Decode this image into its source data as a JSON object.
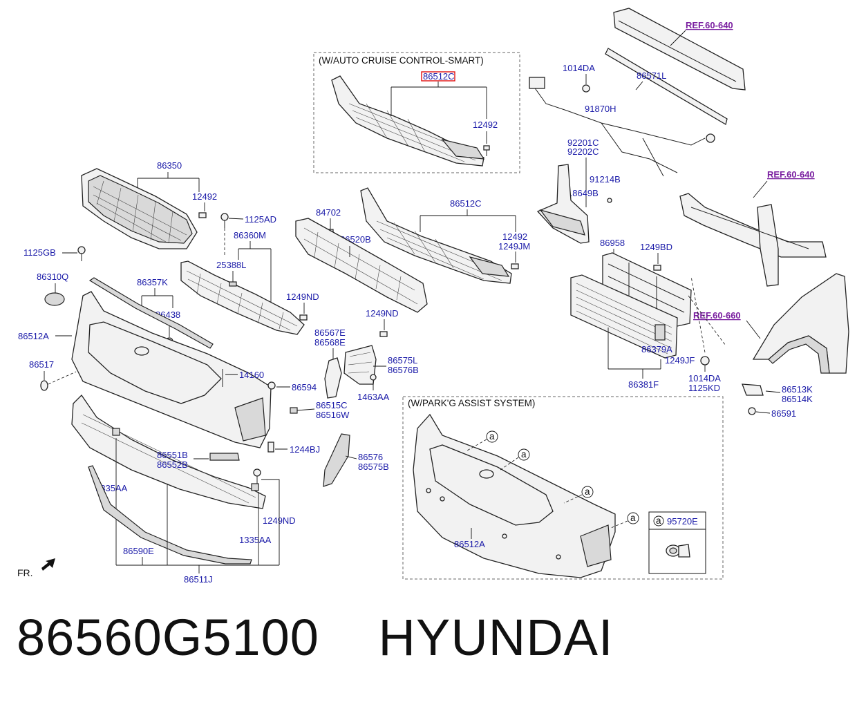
{
  "boxes": {
    "cruise_title": "(W/AUTO CRUISE CONTROL-SMART)",
    "parking_title": "(W/PARK'G ASSIST SYSTEM)"
  },
  "refs": {
    "ref1": "REF.60-640",
    "ref2": "REF.60-640",
    "ref3": "REF.60-660"
  },
  "labels": {
    "p86512C_top": "86512C",
    "p12492_top": "12492",
    "p1014DA_top": "1014DA",
    "p86571L": "86571L",
    "p91870H": "91870H",
    "p92201C": "92201C",
    "p92202C": "92202C",
    "p91214B": "91214B",
    "p18649B": "18649B",
    "p86350": "86350",
    "p12492_grille": "12492",
    "p1125AD": "1125AD",
    "p86360M": "86360M",
    "p84702": "84702",
    "p86520B": "86520B",
    "p86512C_mid": "86512C",
    "p12492_mid": "12492",
    "p1249JM": "1249JM",
    "p1125GB": "1125GB",
    "p86310Q": "86310Q",
    "p25388L": "25388L",
    "p86357K": "86357K",
    "p86438": "86438",
    "p1249ND_a": "1249ND",
    "p1249ND_b": "1249ND",
    "p86958": "86958",
    "p1249BD": "1249BD",
    "p86512A_main": "86512A",
    "p86567E": "86567E",
    "p86568E": "86568E",
    "p86575L": "86575L",
    "p86576B": "86576B",
    "p86517": "86517",
    "p14160": "14160",
    "p86594": "86594",
    "p1463AA": "1463AA",
    "p86379A": "86379A",
    "p1249JF": "1249JF",
    "p1014DA_bot": "1014DA",
    "p1125KD": "1125KD",
    "p86381F": "86381F",
    "p86513K": "86513K",
    "p86514K": "86514K",
    "p86591": "86591",
    "p86515C": "86515C",
    "p86516W": "86516W",
    "p1244BJ": "1244BJ",
    "p86551B": "86551B",
    "p86552B": "86552B",
    "p86576": "86576",
    "p86575B": "86575B",
    "p1335AA_a": "1335AA",
    "p1249ND_c": "1249ND",
    "p1335AA_b": "1335AA",
    "p86590E": "86590E",
    "p86511J": "86511J",
    "p86512A_park": "86512A",
    "p95720E": "95720E",
    "callout": "a",
    "fr": "FR."
  },
  "footer": {
    "part_number": "86560G5100",
    "manufacturer": "HYUNDAI"
  },
  "colors": {
    "label": "#1a1aa8",
    "ref": "#7a1fa0",
    "highlight_box": "#e01010"
  }
}
